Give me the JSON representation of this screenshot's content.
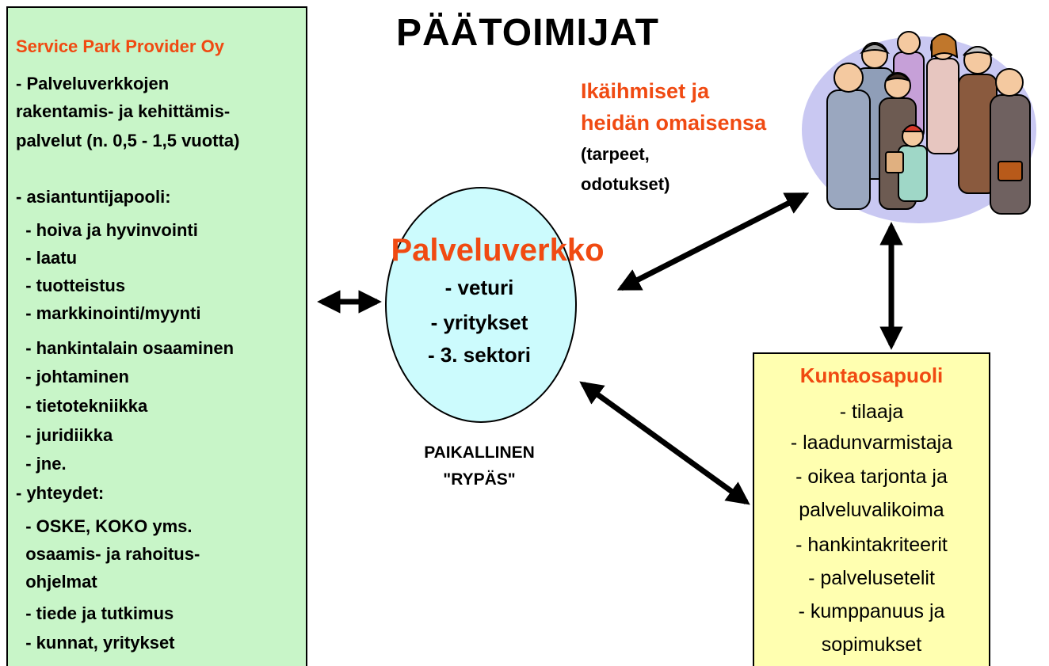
{
  "title": "PÄÄTOIMIJAT",
  "provider": {
    "heading": "Service Park Provider Oy",
    "lines": [
      "- Palveluverkkojen",
      "rakentamis- ja kehittämis-",
      "palvelut (n. 0,5 - 1,5 vuotta)",
      "- asiantuntijapooli:",
      "  - hoiva ja hyvinvointi",
      "  - laatu",
      "  - tuotteistus",
      "  - markkinointi/myynti",
      "  - hankintalain osaaminen",
      "  - johtaminen",
      "  - tietotekniikka",
      "  - juridiikka",
      "  - jne.",
      "- yhteydet:",
      "  - OSKE, KOKO yms.",
      "  osaamis- ja rahoitus-",
      "  ohjelmat",
      "  - tiede ja tutkimus",
      "  - kunnat, yritykset"
    ]
  },
  "network": {
    "title": "Palveluverkko",
    "items": [
      "- veturi",
      "- yritykset",
      "- 3. sektori"
    ],
    "cluster_label": [
      "PAIKALLINEN",
      "\"RYPÄS\""
    ]
  },
  "elderly": {
    "heading": [
      "Ikäihmiset ja",
      "heidän omaisensa"
    ],
    "sub": [
      "(tarpeet,",
      "odotukset)"
    ]
  },
  "municipal": {
    "heading": "Kuntaosapuoli",
    "lines": [
      "- tilaaja",
      "- laadunvarmistaja",
      "- oikea tarjonta ja",
      "palveluvalikoima",
      "- hankintakriteerit",
      "- palvelusetelit",
      "- kumppanuus ja",
      "sopimukset"
    ]
  },
  "colors": {
    "accent": "#f04a12",
    "provider_bg": "#c8f5c8",
    "network_bg": "#ccfbfd",
    "municipal_bg": "#ffffb0"
  },
  "icons": [
    "people-group-clipart"
  ]
}
